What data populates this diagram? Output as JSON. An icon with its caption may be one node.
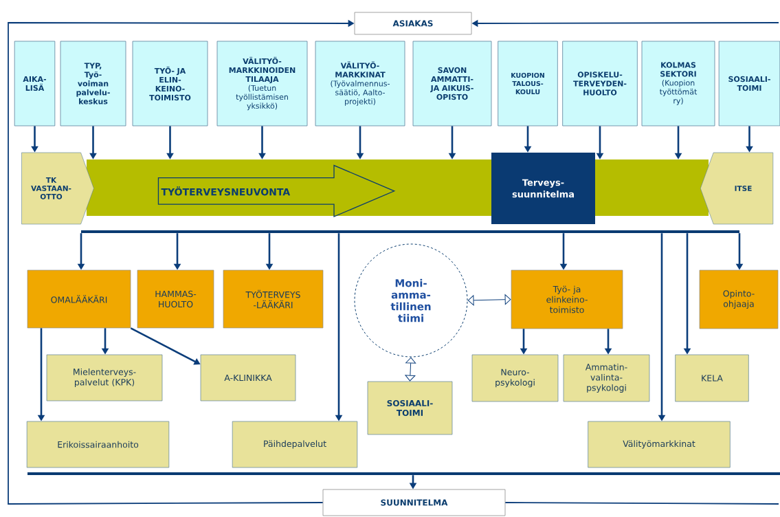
{
  "diagram": {
    "nodes": [
      {
        "text": [
          "ASIAKAS"
        ]
      },
      {
        "text": [
          "AIKA- LISÄ"
        ]
      },
      {
        "text": [
          "TYP, Työ- voiman palvelu- keskus"
        ]
      },
      {
        "text": [
          "TYÖ- JA ELIN- KEINO- TOIMISTO"
        ]
      },
      {
        "text": [
          "VÄLITYÖ- MARKKINOIDEN TILAAJA",
          "(Tuetun työllistämisen yksikkö)"
        ]
      },
      {
        "text": [
          "VÄLITYÖ- MARKKINAT",
          "(Työvalmennus- säätiö, Aalto-projekti)"
        ]
      },
      {
        "text": [
          "SAVON AMMATTI- JA AIKUIS- OPISTO"
        ]
      },
      {
        "text": [
          "KUOPION TALOUS- KOULU"
        ]
      },
      {
        "text": [
          "OPISKELU- TERVEYDEN- HUOLTO"
        ]
      },
      {
        "text": [
          "KOLMAS SEKTORI",
          "(Kuopion työttömät ry)"
        ]
      },
      {
        "text": [
          "SOSIAALI- TOIMI"
        ]
      },
      {
        "text": [],
        "shape": "band"
      },
      {
        "text": [
          "TK VASTAAN- OTTO"
        ]
      },
      {
        "text": [
          "TYÖTERVEYSNEUVONTA"
        ],
        "in": 11
      },
      {
        "text": [
          "Terveys- suunnitelma"
        ]
      },
      {
        "text": [
          "ITSE"
        ]
      },
      {
        "text": [],
        "shape": "bar"
      },
      {
        "text": [
          "OMALÄÄKÄRI"
        ]
      },
      {
        "text": [
          "HAMMAS- HUOLTO"
        ]
      },
      {
        "text": [
          "TYÖTERVEYS -LÄÄKÄRI"
        ]
      },
      {
        "text": [
          "Moni- amma- tillinen tiimi"
        ]
      },
      {
        "text": [
          "Työ- ja elinkeino- toimisto"
        ]
      },
      {
        "text": [
          "Opinto- ohjaaja"
        ]
      },
      {
        "text": [
          "Mielenterveys- palvelut (KPK)"
        ]
      },
      {
        "text": [
          "A-KLINIKKA"
        ]
      },
      {
        "text": [
          "Neuro- psykologi"
        ]
      },
      {
        "text": [
          "Ammatin- valinta- psykologi"
        ]
      },
      {
        "text": [
          "KELA"
        ]
      },
      {
        "text": [
          "SOSIAALI- TOIMI"
        ]
      },
      {
        "text": [
          "Erikoissairaanhoito"
        ]
      },
      {
        "text": [
          "Päihdepalvelut"
        ]
      },
      {
        "text": [
          "Välityömarkkinat"
        ]
      },
      {
        "text": [],
        "shape": "bar"
      },
      {
        "text": [
          "SUUNNITELMA"
        ]
      }
    ],
    "edges": [
      {
        "from": 1,
        "to": 12,
        "arrow": "to"
      },
      {
        "from": 2,
        "to": 11,
        "arrow": "to"
      },
      {
        "from": 3,
        "to": 11,
        "arrow": "to"
      },
      {
        "from": 4,
        "to": 11,
        "arrow": "to"
      },
      {
        "from": 5,
        "to": 11,
        "arrow": "to"
      },
      {
        "from": 6,
        "to": 11,
        "arrow": "to"
      },
      {
        "from": 7,
        "to": 14,
        "arrow": "to"
      },
      {
        "from": 8,
        "to": 11,
        "arrow": "to"
      },
      {
        "from": 9,
        "to": 11,
        "arrow": "to"
      },
      {
        "from": 10,
        "to": 15,
        "arrow": "to"
      },
      {
        "from": 16,
        "to": 17,
        "arrow": "to"
      },
      {
        "from": 16,
        "to": 18,
        "arrow": "to"
      },
      {
        "from": 16,
        "to": 19,
        "arrow": "to"
      },
      {
        "from": 16,
        "to": 30,
        "arrow": "to"
      },
      {
        "from": 16,
        "to": 21,
        "arrow": "to"
      },
      {
        "from": 16,
        "to": 31,
        "arrow": "to"
      },
      {
        "from": 16,
        "to": 27,
        "arrow": "to"
      },
      {
        "from": 16,
        "to": 22,
        "arrow": "to"
      },
      {
        "from": 17,
        "to": 29,
        "arrow": "to"
      },
      {
        "from": 17,
        "to": 23,
        "arrow": "to"
      },
      {
        "from": 17,
        "to": 24,
        "arrow": "to"
      },
      {
        "from": 21,
        "to": 25,
        "arrow": "to"
      },
      {
        "from": 21,
        "to": 26,
        "arrow": "to"
      },
      {
        "from": 20,
        "to": 21,
        "arrow": "both"
      },
      {
        "from": 20,
        "to": 28,
        "arrow": "both"
      },
      {
        "from": 32,
        "to": 33,
        "arrow": "to"
      },
      {
        "from": 33,
        "to": 0,
        "arrow": "to"
      },
      {
        "from": null,
        "to": 0,
        "arrow": "to"
      },
      {
        "from": 33,
        "to": null,
        "arrow": "none"
      }
    ]
  }
}
